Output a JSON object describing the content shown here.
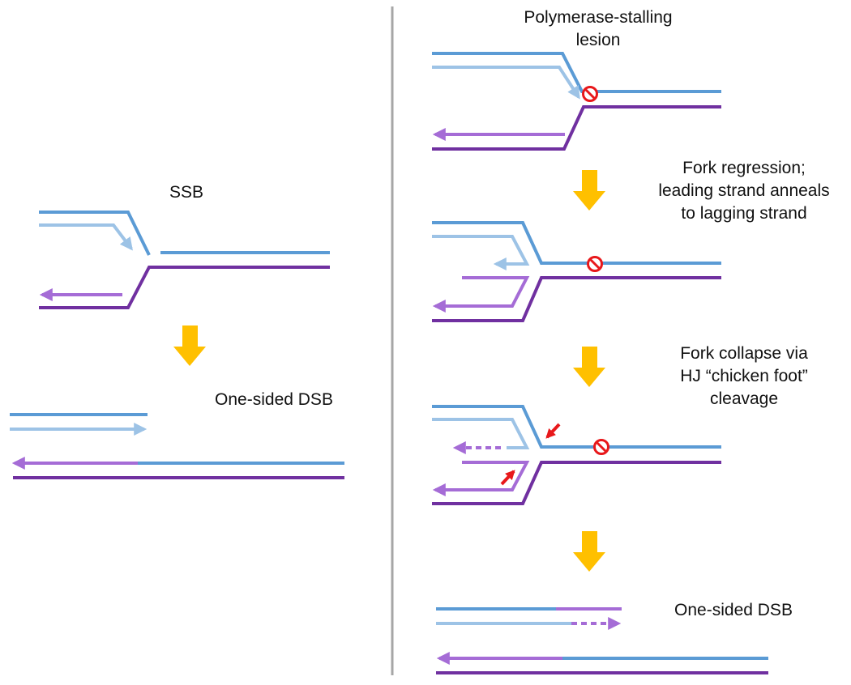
{
  "colors": {
    "parental_blue": "#5B9BD5",
    "nascent_light_blue": "#9DC3E6",
    "parental_purple": "#7030A0",
    "nascent_light_purple": "#A56CD6",
    "flow_arrow": "#FFC000",
    "lesion_marker": "#E8181B",
    "cut_arrow": "#E8181B",
    "divider": "#A6A6A6"
  },
  "left_panel": {
    "ssb_label": "SSB",
    "result_label": "One-sided DSB"
  },
  "right_panel": {
    "lesion_label_line1": "Polymerase-stalling",
    "lesion_label_line2": "lesion",
    "regression_label_line1": "Fork regression;",
    "regression_label_line2": "leading strand anneals",
    "regression_label_line3": "to lagging strand",
    "collapse_label_line1": "Fork collapse via",
    "collapse_label_line2": "HJ “chicken foot”",
    "collapse_label_line3": "cleavage",
    "result_label": "One-sided DSB"
  }
}
